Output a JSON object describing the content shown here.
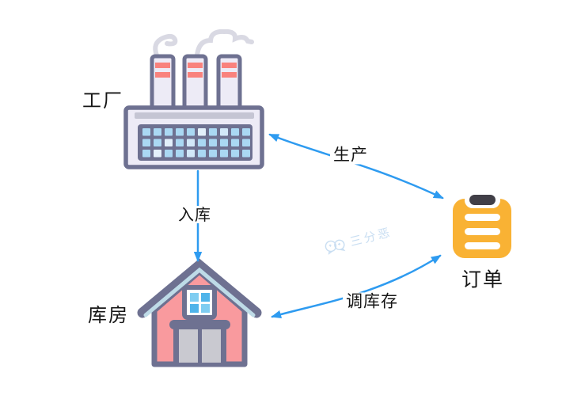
{
  "diagram": {
    "nodes": {
      "factory": {
        "label": "工厂"
      },
      "warehouse": {
        "label": "库房"
      },
      "order": {
        "label": "订单"
      }
    },
    "edges": {
      "produce": {
        "label": "生产",
        "from": "order",
        "to": "factory",
        "style": "bidirectional-curve"
      },
      "inbound": {
        "label": "入库",
        "from": "factory",
        "to": "warehouse",
        "style": "one-way-straight"
      },
      "adjust": {
        "label": "调库存",
        "from": "warehouse",
        "to": "order",
        "style": "bidirectional-curve"
      }
    },
    "watermark": {
      "text": "三分恶"
    },
    "colors": {
      "arrow": "#2e9bf0",
      "outline": "#6e7191",
      "factory_fill": "#edebf6",
      "factory_window": "#aad8f3",
      "chimney_band": "#f9827d",
      "smoke": "#d9d9e3",
      "warehouse_body": "#f99a9e",
      "roof_highlight": "#bedbe7",
      "door": "#c9c9d0",
      "window_pane": "#4fb4ea",
      "clipboard": "#f9b234",
      "clipboard_clip": "#413f47",
      "watermark": "#c9def2"
    }
  }
}
